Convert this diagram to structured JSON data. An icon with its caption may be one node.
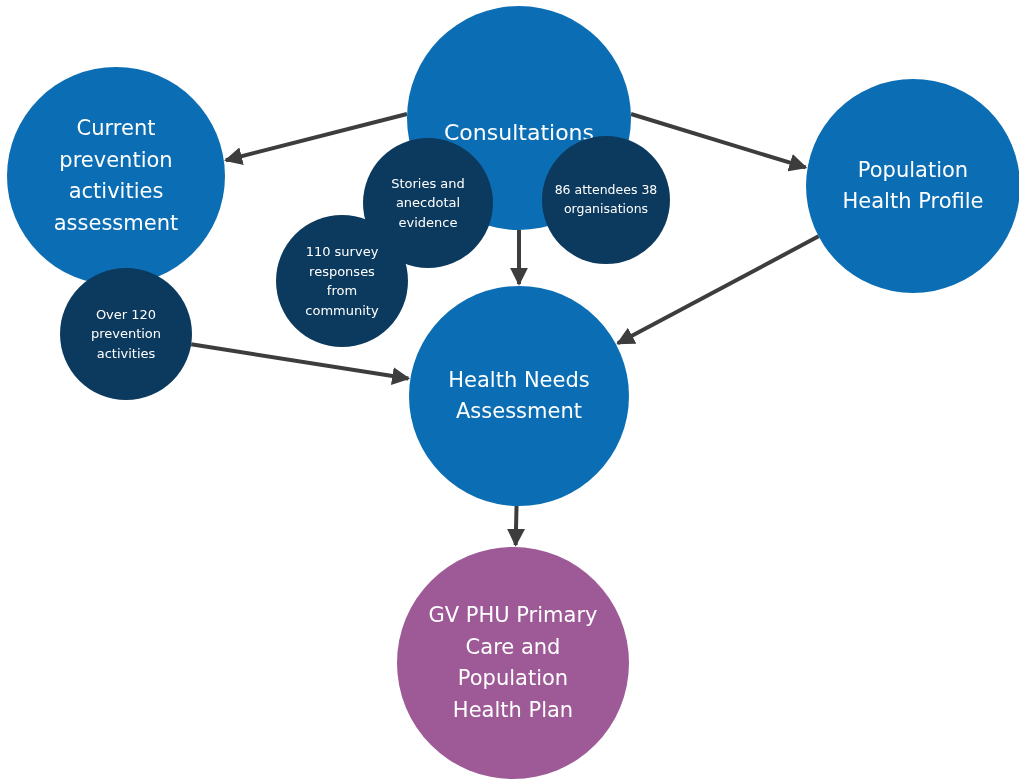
{
  "diagram": {
    "nodes": [
      {
        "text": [
          "Consultations"
        ]
      },
      {
        "text": [
          "Current prevention activities assessment"
        ]
      },
      {
        "text": [
          "Stories and anecdotal evidence"
        ]
      },
      {
        "text": [
          "86 attendees 38 organisations"
        ]
      },
      {
        "text": [
          "Population Health Profile"
        ]
      },
      {
        "text": [
          "110 survey responses from community"
        ]
      },
      {
        "text": [
          "Over 120 prevention activities"
        ]
      },
      {
        "text": [
          "Health Needs Assessment"
        ]
      },
      {
        "text": [
          "GV PHU Primary Care and Population Health Plan"
        ]
      }
    ],
    "edges": [
      {
        "from": 0,
        "to": 1,
        "arrow": "to"
      },
      {
        "from": 0,
        "to": 4,
        "arrow": "to"
      },
      {
        "from": 0,
        "to": 7,
        "arrow": "to"
      },
      {
        "from": 6,
        "to": 7,
        "arrow": "to"
      },
      {
        "from": 4,
        "to": 7,
        "arrow": "to"
      },
      {
        "from": 7,
        "to": 8,
        "arrow": "to"
      }
    ]
  }
}
